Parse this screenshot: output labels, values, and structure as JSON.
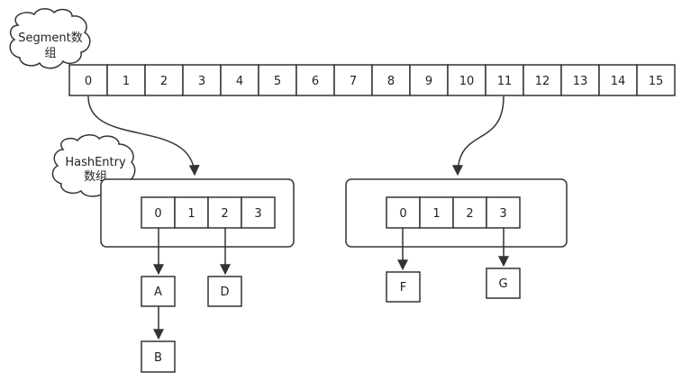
{
  "segment_label_line1": "Segment数",
  "segment_label_line2": "组",
  "hashentry_label_line1": "HashEntry",
  "hashentry_label_line2": "数组",
  "segment_cells": [
    "0",
    "1",
    "2",
    "3",
    "4",
    "5",
    "6",
    "7",
    "8",
    "9",
    "10",
    "11",
    "12",
    "13",
    "14",
    "15"
  ],
  "hash_left_cells": [
    "0",
    "1",
    "2",
    "3"
  ],
  "hash_right_cells": [
    "0",
    "1",
    "2",
    "3"
  ],
  "nodes": {
    "A": "A",
    "B": "B",
    "D": "D",
    "F": "F",
    "G": "G"
  }
}
